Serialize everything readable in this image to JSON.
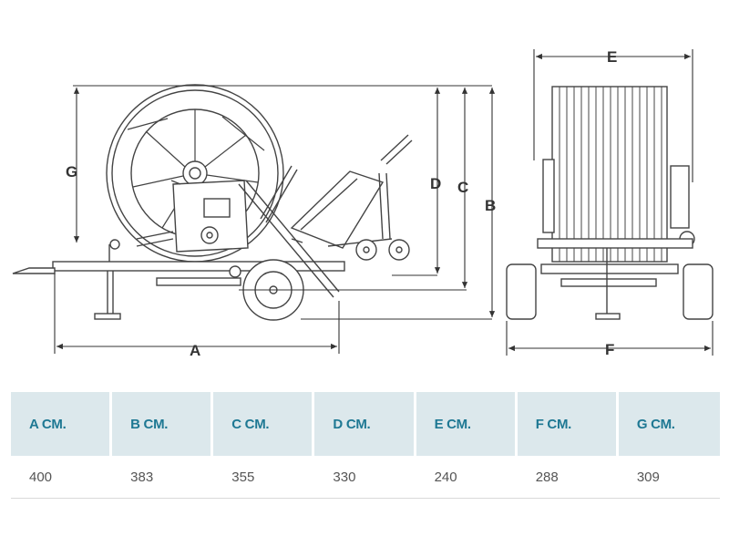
{
  "dimension_letters": {
    "a": "A",
    "b": "B",
    "c": "C",
    "d": "D",
    "e": "E",
    "f": "F",
    "g": "G"
  },
  "table": {
    "headers": [
      "A CM.",
      "B CM.",
      "C CM.",
      "D CM.",
      "E CM.",
      "F CM.",
      "G CM."
    ],
    "values": [
      "400",
      "383",
      "355",
      "330",
      "240",
      "288",
      "309"
    ]
  },
  "colors": {
    "line": "#444444",
    "header_bg": "#dce8ec",
    "header_text": "#1e7893",
    "value_text": "#555555"
  }
}
